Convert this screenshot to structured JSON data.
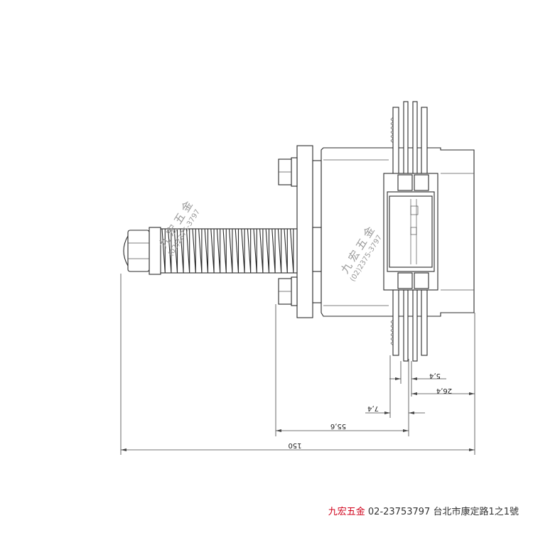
{
  "dimensions": {
    "d150": "150",
    "d55_6": "55,6",
    "d7_4": "7,4",
    "d26_4": "26,4",
    "d5_4": "5,4"
  },
  "watermark": {
    "brand": "九 宏 五 金",
    "phone": "(02)2375-3797"
  },
  "footer": {
    "brand": "九宏五金",
    "phone": "02-23753797",
    "address": "台北市康定路1之1號"
  },
  "colors": {
    "brand": "#d0021b",
    "line": "#2a2a2a"
  }
}
